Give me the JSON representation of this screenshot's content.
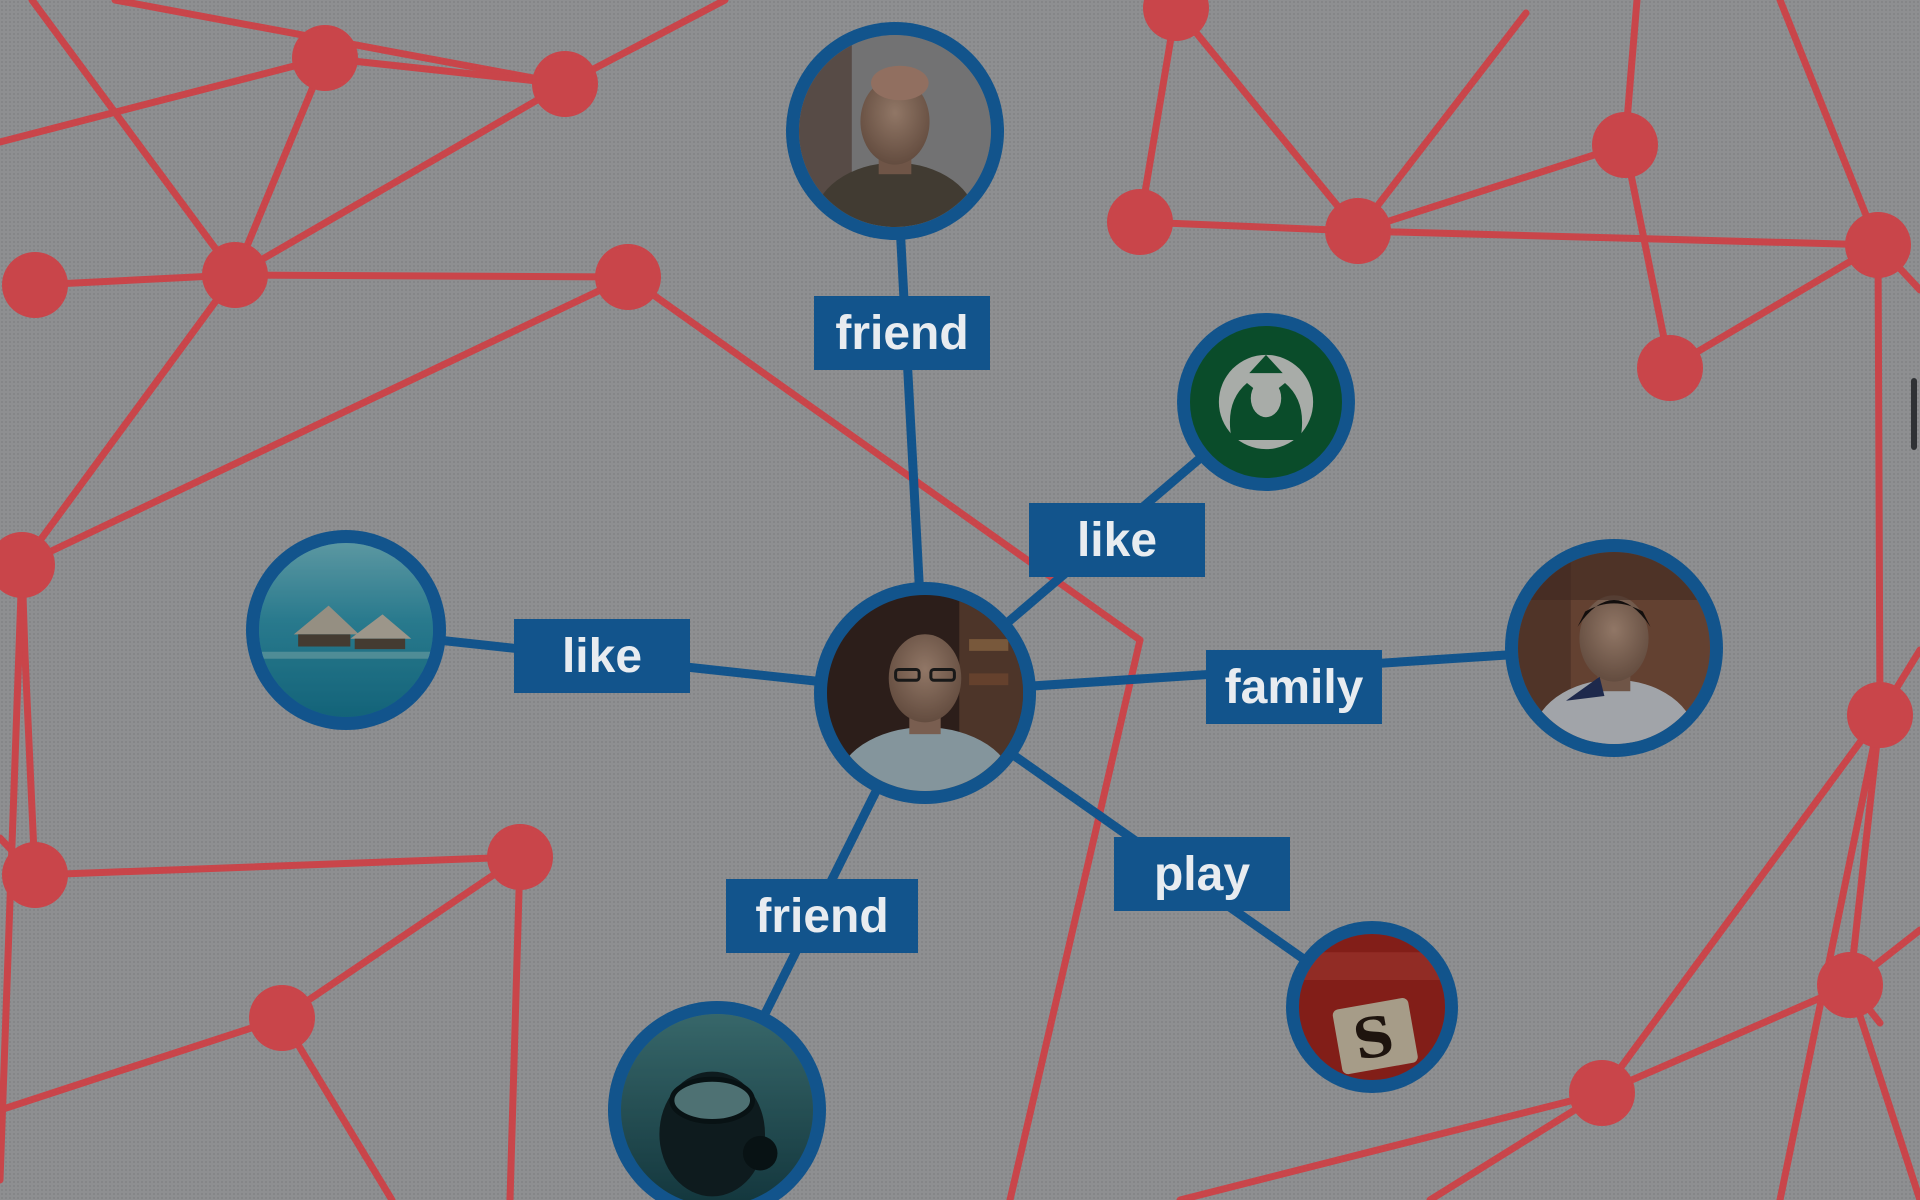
{
  "diagram": {
    "colors": {
      "background": "#8e8f91",
      "network_edge": "#c9454a",
      "network_node": "#c9454a",
      "social_edge": "#12548c",
      "label_fill": "#12548c",
      "label_text": "#e8ecf0"
    },
    "center_node": {
      "icon": "person-photo-icon"
    },
    "connections": [
      {
        "label": "friend",
        "target_icon": "person-photo-icon"
      },
      {
        "label": "like",
        "target_icon": "starbucks-logo-icon"
      },
      {
        "label": "family",
        "target_icon": "person-photo-icon"
      },
      {
        "label": "play",
        "target_icon": "scrabble-logo-icon"
      },
      {
        "label": "friend",
        "target_icon": "scuba-diver-photo-icon"
      },
      {
        "label": "like",
        "target_icon": "beach-resort-photo-icon"
      }
    ]
  }
}
